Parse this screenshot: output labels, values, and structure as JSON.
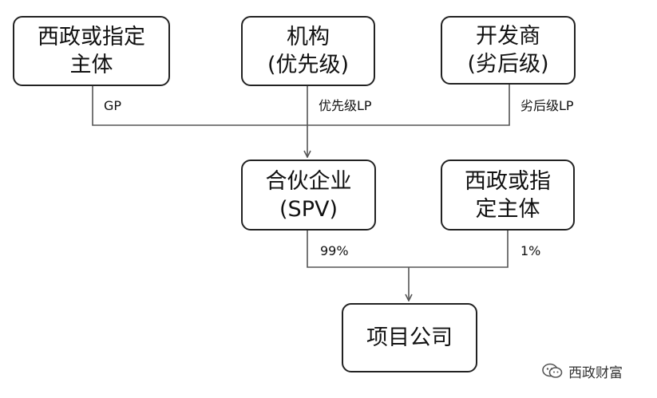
{
  "nodes": {
    "gov_top": {
      "line1": "西政或指定",
      "line2": "主体"
    },
    "institution": {
      "line1": "机构",
      "line2": "(优先级)"
    },
    "developer": {
      "line1": "开发商",
      "line2": "(劣后级)"
    },
    "spv": {
      "line1": "合伙企业",
      "line2": "(SPV)"
    },
    "gov_right": {
      "line1": "西政或指",
      "line2": "定主体"
    },
    "project": {
      "line1": "项目公司"
    }
  },
  "edges": {
    "gp": "GP",
    "priority_lp": "优先级LP",
    "subordinate_lp": "劣后级LP",
    "share_99": "99%",
    "share_1": "1%"
  },
  "watermark": {
    "text": "西政财富"
  },
  "colors": {
    "line": "#555555",
    "border": "#222222",
    "text": "#111111"
  }
}
